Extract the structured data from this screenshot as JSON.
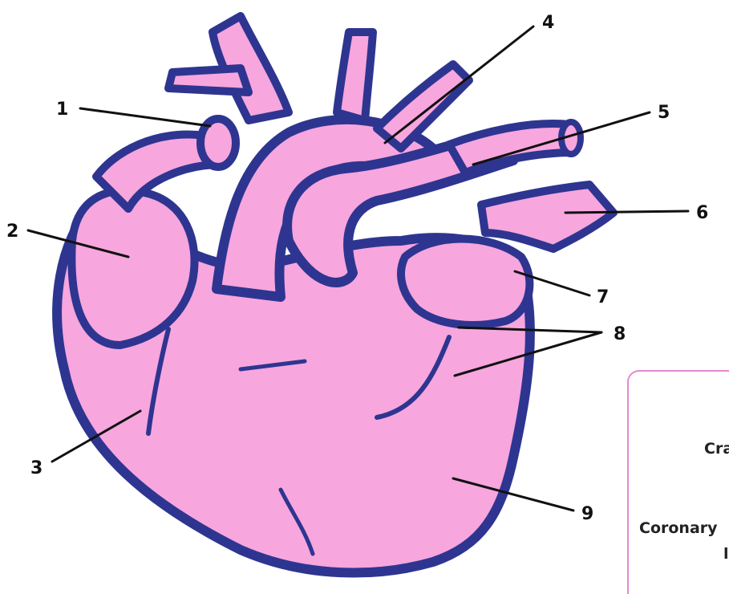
{
  "diagram": {
    "labels": [
      "1",
      "2",
      "3",
      "4",
      "5",
      "6",
      "7",
      "8",
      "9"
    ],
    "legend_box": {
      "lines": [
        "Cra",
        "Coronary",
        "l"
      ]
    }
  },
  "colors": {
    "heart_fill": "#f7a6de",
    "heart_outline": "#2e3590",
    "shadow": "#ffffff",
    "box_border": "#e58ad0",
    "leader_line": "#111111"
  }
}
